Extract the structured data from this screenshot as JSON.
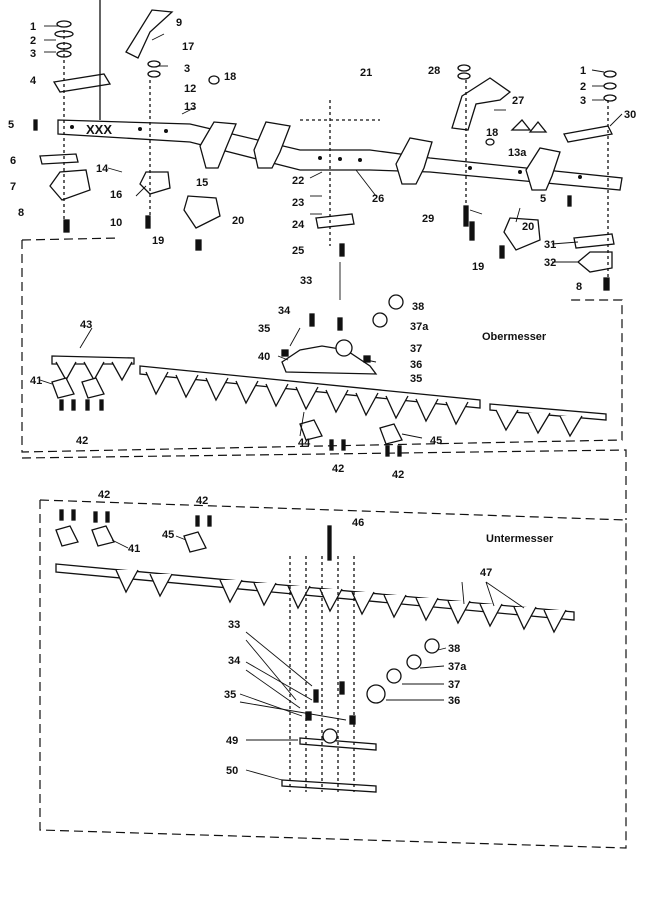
{
  "sections": {
    "upper": "Obermesser",
    "lower": "Untermesser"
  },
  "colors": {
    "ink": "#111111",
    "paper": "#ffffff",
    "shade": "#555555"
  },
  "callouts": {
    "c1a": "1",
    "c2a": "2",
    "c3a": "3",
    "c4": "4",
    "c5a": "5",
    "c6": "6",
    "c7": "7",
    "c8a": "8",
    "c9": "9",
    "c17": "17",
    "c3b": "3",
    "c12": "12",
    "c13a": "13",
    "c18a": "18",
    "c21": "21",
    "c14": "14",
    "c16": "16",
    "c10": "10",
    "c15": "15",
    "c19a": "19",
    "c20a": "20",
    "c22": "22",
    "c23": "23",
    "c24": "24",
    "c25": "25",
    "c26": "26",
    "c28": "28",
    "c27": "27",
    "c18b": "18",
    "c13b": "13a",
    "c1b": "1",
    "c2b": "2",
    "c3c": "3",
    "c30": "30",
    "c29": "29",
    "c5b": "5",
    "c20b": "20",
    "c31": "31",
    "c32": "32",
    "c19b": "19",
    "c8b": "8",
    "c33a": "33",
    "c34a": "34",
    "c38a": "38",
    "c37aa": "37a",
    "c35a": "35",
    "c37a": "37",
    "c40": "40",
    "c36a": "36",
    "c35b": "35",
    "c43": "43",
    "c41a": "41",
    "c42a": "42",
    "c44": "44",
    "c42b": "42",
    "c45a": "45",
    "c42c": "42",
    "c42d": "42",
    "c42e": "42",
    "c41b": "41",
    "c45b": "45",
    "c46": "46",
    "c47": "47",
    "c33b": "33",
    "c38b": "38",
    "c34b": "34",
    "c37ab": "37a",
    "c37b": "37",
    "c35c": "35",
    "c36b": "36",
    "c49": "49",
    "c50": "50"
  }
}
